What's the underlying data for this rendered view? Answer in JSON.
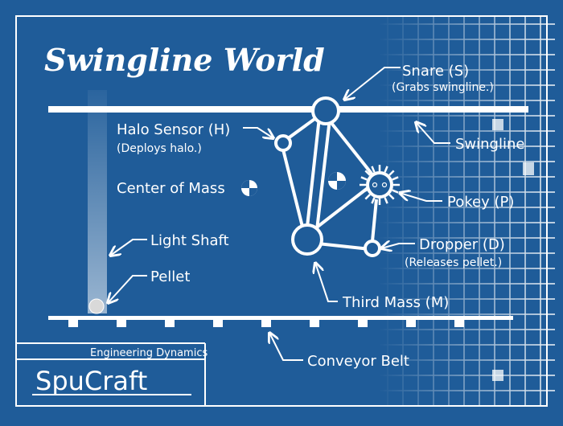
{
  "title": "Swingline World",
  "labels": {
    "snare": "Snare (S)",
    "snare_note": "(Grabs swingline.)",
    "swingline": "Swingline",
    "halo_sensor": "Halo Sensor (H)",
    "halo_sensor_note": "(Deploys halo.)",
    "center_of_mass": "Center of Mass",
    "pokey": "Pokey (P)",
    "light_shaft": "Light Shaft",
    "dropper": "Dropper (D)",
    "dropper_note": "(Releases pellet.)",
    "pellet": "Pellet",
    "third_mass": "Third Mass (M)",
    "conveyor_belt": "Conveyor Belt"
  },
  "title_block": {
    "subtitle": "Engineering Dynamics",
    "brand": "SpuCraft"
  },
  "colors": {
    "background": "#1f5c99",
    "line": "#ffffff"
  }
}
